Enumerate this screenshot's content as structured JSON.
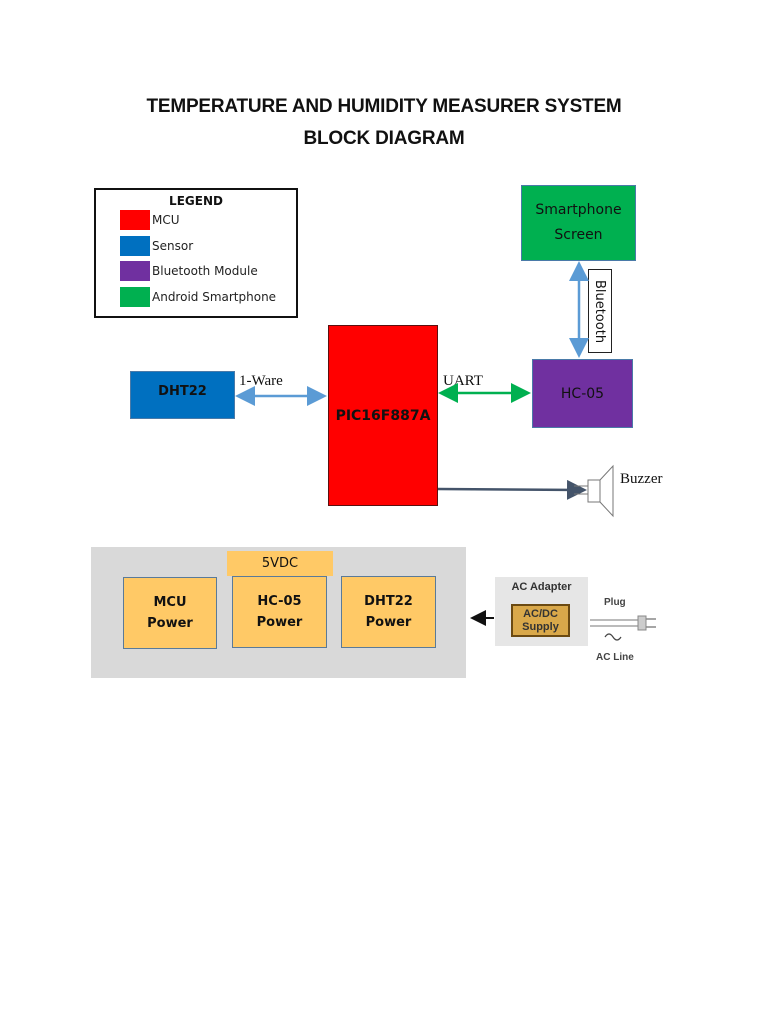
{
  "title": {
    "line1": "TEMPERATURE AND HUMIDITY MEASURER SYSTEM",
    "line2": "BLOCK DIAGRAM"
  },
  "legend": {
    "title": "LEGEND",
    "items": [
      {
        "label": "MCU",
        "color": "#ff0000"
      },
      {
        "label": "Sensor",
        "color": "#0070c0"
      },
      {
        "label": "Bluetooth Module",
        "color": "#7030a0"
      },
      {
        "label": "Android Smartphone",
        "color": "#00b050"
      }
    ]
  },
  "blocks": {
    "smartphone": {
      "line1": "Smartphone",
      "line2": "Screen",
      "color": "#00b050"
    },
    "hc05": {
      "label": "HC-05",
      "color": "#7030a0"
    },
    "mcu": {
      "label": "PIC16F887A",
      "color": "#ff0000"
    },
    "dht22": {
      "label": "DHT22",
      "color": "#0070c0"
    },
    "buzzer": {
      "label": "Buzzer"
    }
  },
  "links": {
    "sensor_link": "1-Ware",
    "uart_link": "UART",
    "bluetooth_link": "Bluetooth"
  },
  "power": {
    "rail_label": "5VDC",
    "units": [
      {
        "line1": "MCU",
        "line2": "Power"
      },
      {
        "line1": "HC-05",
        "line2": "Power"
      },
      {
        "line1": "DHT22",
        "line2": "Power"
      }
    ],
    "adapter": {
      "title": "AC Adapter",
      "supply_line1": "AC/DC",
      "supply_line2": "Supply",
      "plug_label": "Plug",
      "line_label": "AC Line"
    }
  },
  "colors": {
    "arrow_blue": "#5b9bd5",
    "arrow_green": "#00b050",
    "arrow_dark": "#44546a",
    "power_fill": "#ffc966",
    "power_panel": "#d9d9d9"
  }
}
